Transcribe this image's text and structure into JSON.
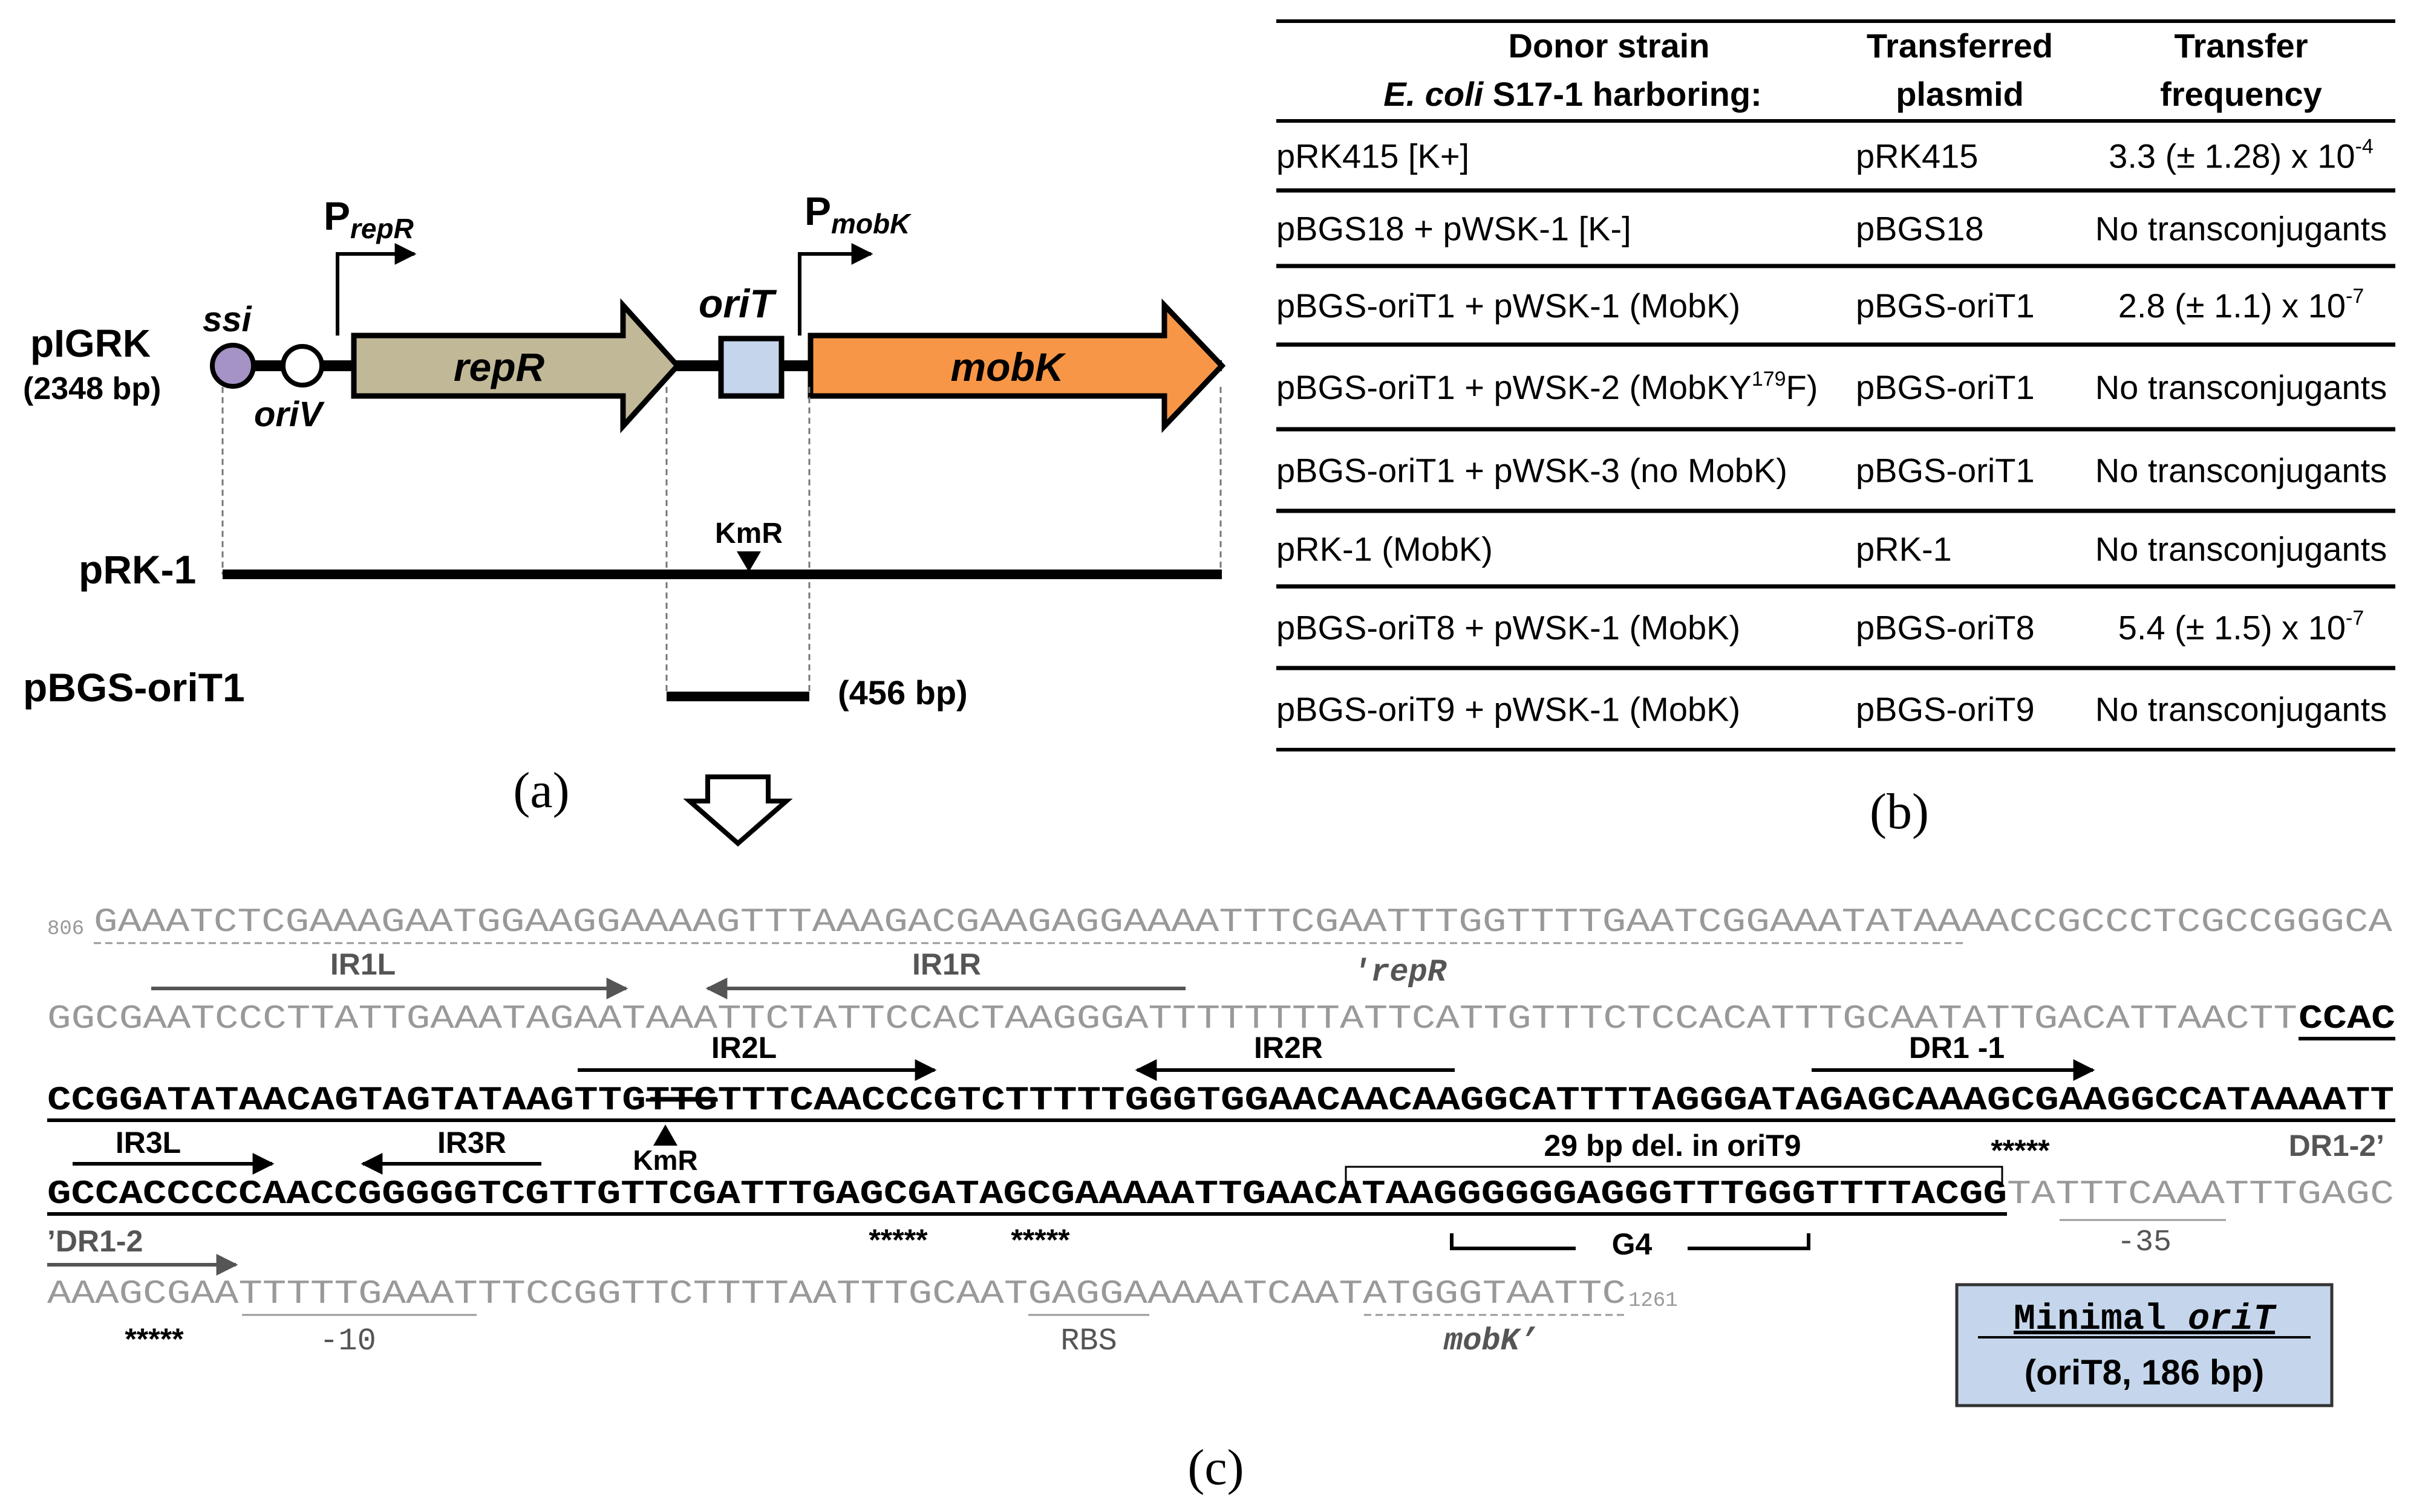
{
  "panel_a": {
    "plasmid_name": "pIGRK",
    "plasmid_size": "(2348 bp)",
    "ssi": "ssi",
    "oriV": "oriV",
    "repR": "repR",
    "prom_repR_P": "P",
    "prom_repR_sub": "repR",
    "oriT": "oriT",
    "prom_mobK_P": "P",
    "prom_mobK_sub": "mobK",
    "mobK": "mobK",
    "prk1": "pRK-1",
    "kmr": "KmR",
    "pbgs": "pBGS-oriT1",
    "size456": "(456 bp)",
    "label": "(a)"
  },
  "panel_b": {
    "label": "(b)",
    "headers": {
      "donor_1": "Donor strain",
      "donor_2_italic": "E. coli",
      "donor_2_rest": " S17-1 harboring:",
      "plasmid_1": "Transferred",
      "plasmid_2": "plasmid",
      "freq_1": "Transfer",
      "freq_2": "frequency"
    },
    "rows": [
      {
        "donor": "pRK415 [K+]",
        "plasmid": "pRK415",
        "freq": "3.3 (± 1.28) x 10",
        "exp": "-4"
      },
      {
        "donor": "pBGS18 + pWSK-1  [K-]",
        "plasmid": "pBGS18",
        "freq": "No transconjugants",
        "exp": ""
      },
      {
        "donor": "pBGS-oriT1 + pWSK-1 (MobK)",
        "plasmid": "pBGS-oriT1",
        "freq": "2.8 (± 1.1) x 10",
        "exp": "-7"
      },
      {
        "donor": "pBGS-oriT1 + pWSK-2 (MobKY",
        "donor_sup": "179",
        "donor_tail": "F)",
        "plasmid": "pBGS-oriT1",
        "freq": "No transconjugants",
        "exp": ""
      },
      {
        "donor": "pBGS-oriT1 + pWSK-3 (no MobK)",
        "plasmid": "pBGS-oriT1",
        "freq": "No transconjugants",
        "exp": ""
      },
      {
        "donor": "pRK-1 (MobK)",
        "plasmid": "pRK-1",
        "freq": "No transconjugants",
        "exp": ""
      },
      {
        "donor": "pBGS-oriT8 + pWSK-1 (MobK)",
        "plasmid": "pBGS-oriT8",
        "freq": "5.4 (± 1.5) x 10",
        "exp": "-7"
      },
      {
        "donor": "pBGS-oriT9 + pWSK-1 (MobK)",
        "plasmid": "pBGS-oriT9",
        "freq": "No transconjugants",
        "exp": ""
      }
    ]
  },
  "panel_c": {
    "label": "(c)",
    "pos_start": "806",
    "pos_end": "1261",
    "line1": "GAAATCTCGAAAGAATGGAAGGAAAAGTTTAAAGACGAAGAGGAAAATTTCGAATTTGGTTTTGAATCGGAAATATAAAACCGCCCTCGCCGGGCA",
    "line2_gray": "GGCGAATCCCTTATTGAAATAGAATAAATTCTATTCCACTAAGGGATTTTTTTTATTCATTGTTTCTCCACATTTGCAATATTGACATTAACTT",
    "line2_bold": "CCAC",
    "line3_a": "CCGGATATAACAGTAGTATAAGTTG",
    "line3_strike": "TTG",
    "line3_b": "TTTCAACCCGTCTTTTTGGGTGGAACAACAAGGCATTTTAGGGATAGAGCAAAGCGAAGGCCATAAAATT",
    "line4_bold": "GCCACCCCCAACCGGGGGTCGTTGTTCGATTTGAGCGATAGCGAAAAATTGAACATAAGGGGGGAGGGTTTGGGTTTTACGG",
    "line4_gray": "TATTTCAAATTTGAGC",
    "line5": "AAAGCGAATTTTTGAAATTTCCGGTTCTTTTAATTTGCAATGAGGAAAAATCAATATGGGTAATTC",
    "IR1L": "IR1L",
    "IR1R": "IR1R",
    "repR_end": "'repR",
    "IR2L": "IR2L",
    "IR2R": "IR2R",
    "DR1_1": "DR1 -1",
    "IR3L": "IR3L",
    "IR3R": "IR3R",
    "kmr": "KmR",
    "del29": "29 bp del. in oriT9",
    "DR1_2p": "DR1-2’",
    "DR1_2": "’DR1-2",
    "stars": "*****",
    "G4": "G4",
    "m35": "-35",
    "m10": "-10",
    "RBS": "RBS",
    "mobK_start": "mobK’",
    "minimal_1": "Minimal ",
    "minimal_2": "oriT",
    "minimal_sub": "(oriT8, 186 bp)"
  }
}
